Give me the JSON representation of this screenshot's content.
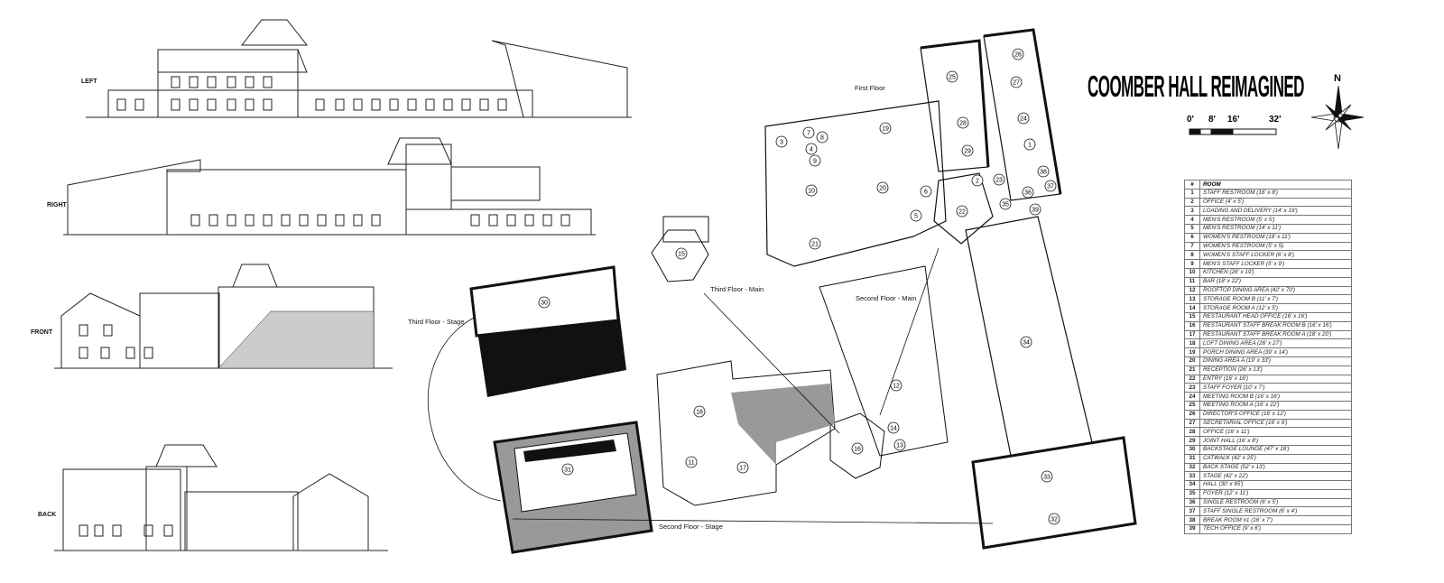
{
  "title": "COOMBER HALL REIMAGINED",
  "north_label": "N",
  "scale_labels": [
    "0'",
    "8'",
    "16'",
    "32'"
  ],
  "elevations": {
    "left": "LEFT",
    "right": "RIGHT",
    "front": "FRONT",
    "back": "BACK"
  },
  "plan_titles": {
    "first_floor": "First Floor",
    "second_main": "Second Floor - Main",
    "third_main": "Third Floor - Main",
    "third_stage": "Third Floor - Stage",
    "second_stage": "Second Floor - Stage"
  },
  "plan_numbers": [
    "1",
    "2",
    "3",
    "4",
    "5",
    "6",
    "7",
    "8",
    "9",
    "10",
    "11",
    "12",
    "13",
    "14",
    "15",
    "16",
    "17",
    "18",
    "19",
    "20",
    "21",
    "22",
    "23",
    "24",
    "25",
    "26",
    "27",
    "28",
    "29",
    "30",
    "31",
    "32",
    "33",
    "34",
    "35",
    "36",
    "37",
    "38",
    "39"
  ],
  "table": {
    "headers": [
      "#",
      "ROOM"
    ],
    "rows": [
      [
        "1",
        "STAFF RESTROOM (16' x 8')"
      ],
      [
        "2",
        "OFFICE (4' x 5')"
      ],
      [
        "3",
        "LOADING AND DELIVERY (14' x 19')"
      ],
      [
        "4",
        "MEN'S RESTROOM (5' x 5')"
      ],
      [
        "5",
        "MEN'S RESTROOM (14' x 11')"
      ],
      [
        "6",
        "WOMEN'S RESTROOM (18' x 11')"
      ],
      [
        "7",
        "WOMEN'S RESTROOM (5' x 5)"
      ],
      [
        "8",
        "WOMEN'S STAFF LOCKER (6' x 8')"
      ],
      [
        "9",
        "MEN'S STAFF LOCKER (5' x 9')"
      ],
      [
        "10",
        "KITCHEN (26' x 19')"
      ],
      [
        "11",
        "BAR (18' x 22')"
      ],
      [
        "12",
        "ROOFTOP DINING AREA (42' x 70')"
      ],
      [
        "13",
        "STORAGE ROOM B (11' x 7')"
      ],
      [
        "14",
        "STORAGE ROOM A (12' x 5')"
      ],
      [
        "15",
        "RESTAURANT HEAD OFFICE (16' x 16')"
      ],
      [
        "16",
        "RESTAURANT STAFF BREAK ROOM B (16' x 16')"
      ],
      [
        "17",
        "RESTAURANT STAFF BREAK ROOM A (18' x 20')"
      ],
      [
        "18",
        "LOFT DINING AREA (26' x 27')"
      ],
      [
        "19",
        "PORCH DINING AREA (39' x 14')"
      ],
      [
        "20",
        "DINING AREA A (19' x 33')"
      ],
      [
        "21",
        "RECEPTION (26' x 13')"
      ],
      [
        "22",
        "ENTRY (16' x 16')"
      ],
      [
        "23",
        "STAFF FOYER (10' x 7')"
      ],
      [
        "24",
        "MEETING ROOM B (16' x 16')"
      ],
      [
        "25",
        "MEETING ROOM A (16' x 22')"
      ],
      [
        "26",
        "DIRECTOR'S OFFICE (16' x 12')"
      ],
      [
        "27",
        "SECRETARIAL OFFICE (16' x 9')"
      ],
      [
        "28",
        "OFFICE (16' x 11')"
      ],
      [
        "29",
        "JOINT HALL (16' x 8')"
      ],
      [
        "30",
        "BACKSTAGE LOUNGE (47' x 18')"
      ],
      [
        "31",
        "CATWALK (42' x 25')"
      ],
      [
        "32",
        "BACK STAGE (52' x 13')"
      ],
      [
        "33",
        "STAGE (42' x 22')"
      ],
      [
        "34",
        "HALL (30' x 85')"
      ],
      [
        "35",
        "FOYER (12' x 11')"
      ],
      [
        "36",
        "SINGLE RESTROOM (6' x 5')"
      ],
      [
        "37",
        "STAFF SINGLE RESTROOM (6' x 4')"
      ],
      [
        "38",
        "BREAK ROOM #1 (16' x 7')"
      ],
      [
        "39",
        "TECH OFFICE (9' x 6')"
      ]
    ]
  }
}
